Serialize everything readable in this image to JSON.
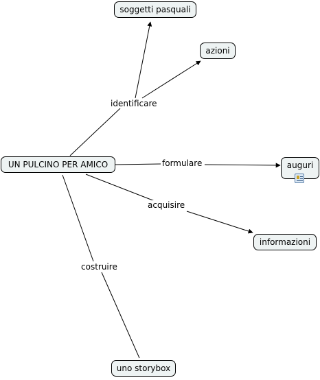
{
  "map": {
    "nodes": {
      "main": "UN PULCINO PER AMICO",
      "soggetti": "soggetti pasquali",
      "azioni": "azioni",
      "auguri": "auguri",
      "informazioni": "informazioni",
      "storybox": "uno storybox"
    },
    "links": {
      "identificare": "identificare",
      "formulare": "formulare",
      "acquisire": "acquisire",
      "costruire": "costruire"
    },
    "colors": {
      "node_fill": "#eef3f3",
      "node_border": "#000000",
      "line": "#000000"
    },
    "icons": {
      "auguri_resource": "attached-resource-icon"
    }
  }
}
